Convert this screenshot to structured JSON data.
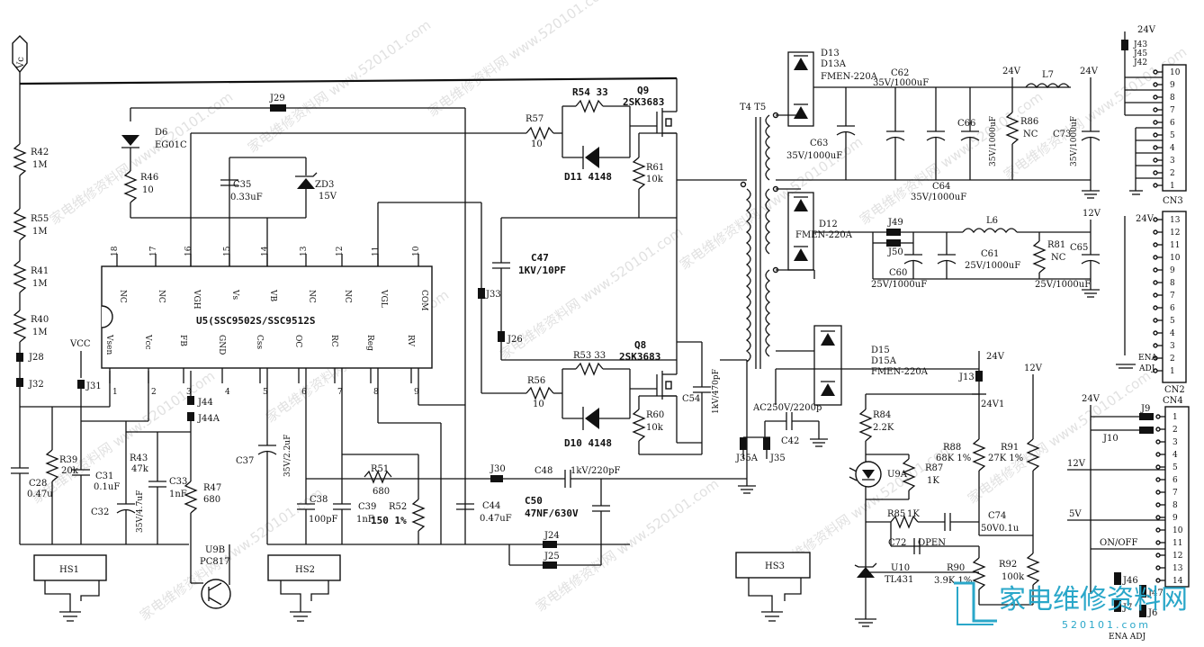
{
  "labels": {
    "vc": "Vc",
    "ic": "U5(SSC9502S/SSC9512S",
    "vcc": "VCC",
    "r42": "R42",
    "r42v": "1M",
    "r55": "R55",
    "r55v": "1M",
    "r41": "R41",
    "r41v": "1M",
    "r40": "R40",
    "r40v": "1M",
    "j28": "J28",
    "j32": "J32",
    "j31": "J31",
    "j29": "J29",
    "d6": "D6",
    "d6v": "EG01C",
    "r46": "R46",
    "r46v": "10",
    "c35": "C35",
    "c35v": "0.33uF",
    "zd3": "ZD3",
    "zd3v": "15V",
    "r57": "R57",
    "r57v": "10",
    "r54": "R54 33",
    "q9": "Q9",
    "q9v": "2SK3683",
    "d11": "D11 4148",
    "r61": "R61",
    "r61v": "10k",
    "c47": "C47",
    "c47v": "1KV/10PF",
    "j33": "J33",
    "j26": "J26",
    "q8": "Q8",
    "q8v": "2SK3683",
    "r53": "R53 33",
    "r56": "R56",
    "r56v": "10",
    "d10": "D10 4148",
    "r60": "R60",
    "r60v": "10k",
    "c54": "C54",
    "c54v": "1kV/470pF",
    "c28": "C28",
    "c28v": "0.47u",
    "r39": "R39",
    "r39v": "20k",
    "c31": "C31",
    "c31v": "0.1uF",
    "r43": "R43",
    "r43v": "47k",
    "c32": "C32",
    "c32v": "35V/4.7uF",
    "c33": "C33",
    "c33v": "1nF",
    "r47": "R47",
    "r47v": "680",
    "j44": "J44",
    "j44a": "J44A",
    "c37": "C37",
    "c37v": "35V/2.2uF",
    "c38": "C38",
    "c38v": "100pF",
    "c39": "C39",
    "c39v": "1nF",
    "r51": "R51",
    "r51v": "680",
    "r52": "R52",
    "r52v": "150 1%",
    "c44": "C44",
    "c44v": "0.47uF",
    "j30": "J30",
    "c48": "C48",
    "c48v": "1kV/220pF",
    "c50": "C50",
    "c50v": "47NF/630V",
    "j24": "J24",
    "j25": "J25",
    "hs1": "HS1",
    "hs2": "HS2",
    "hs3": "HS3",
    "u9b": "U9B",
    "u9bv": "PC817",
    "t4t5": "T4  T5",
    "ac": "AC250V/2200p",
    "c42": "C42",
    "j35a": "J35A",
    "j35": "J35",
    "d13": "D13",
    "d13a": "D13A",
    "d13v": "FMEN-220A",
    "c62": "C62",
    "c62v": "35V/1000uF",
    "c63": "C63",
    "c63v": "35V/1000uF",
    "c64": "C64",
    "c64v": "35V/1000uF",
    "c66": "C66",
    "c66v": "35V/1000uF",
    "v24a": "24V",
    "v24b": "24V",
    "v24c": "24V",
    "l7": "L7",
    "r86": "R86",
    "r86v": "NC",
    "c73": "C73",
    "c73v": "35V/1000uF",
    "d12": "D12",
    "d12v": "FMEN-220A",
    "j49": "J49",
    "j50": "J50",
    "l6": "L6",
    "c61": "C61",
    "c61v": "25V/1000uF",
    "c60": "C60",
    "c60v": "25V/1000uF",
    "r81": "R81",
    "r81v": "NC",
    "c65": "C65",
    "c65v": "25V/1000uF",
    "v12a": "12V",
    "v12b": "12V",
    "d15": "D15",
    "d15a": "D15A",
    "d15v": "FMEN-220A",
    "j13": "J13",
    "v24d": "24V",
    "v24e": "24V1",
    "r84": "R84",
    "r84v": "2.2K",
    "u9a": "U9A",
    "r87": "R87",
    "r87v": "1K",
    "r88": "R88",
    "r88v": "68K 1%",
    "r91": "R91",
    "r91v": "27K 1%",
    "r85": "R85",
    "r85v": "1K",
    "c74": "C74",
    "c74v": "50V0.1u",
    "c72": "C72",
    "open": "OPEN",
    "u10": "U10",
    "u10v": "TL431",
    "r90": "R90",
    "r90v": "3.9K 1%",
    "r92": "R92",
    "r92v": "100k",
    "j43": "J43",
    "j45": "J45",
    "j42": "J42",
    "v24top": "24V",
    "cn3": "CN3",
    "cn2": "CN2",
    "cn4": "CN4",
    "ena": "ENA",
    "adj": "ADJ",
    "v24f": "24V",
    "v24g": "24V",
    "j9": "J9",
    "j10": "J10",
    "v12c": "12V",
    "v5": "5V",
    "onoff": "ON/OFF",
    "j46": "J46",
    "j7": "J7",
    "j47": "J47",
    "j6": "J6",
    "ena_adj": "ENA ADJ",
    "brand": "家电维修资料网",
    "brand_url": "520101.com",
    "watermark": "家电维修资料网 www.520101.com"
  },
  "ic_pins_top": [
    {
      "num": "18",
      "name": "NC"
    },
    {
      "num": "17",
      "name": "NC"
    },
    {
      "num": "16",
      "name": "VGH"
    },
    {
      "num": "15",
      "name": "Vs"
    },
    {
      "num": "14",
      "name": "VB"
    },
    {
      "num": "13",
      "name": "NC"
    },
    {
      "num": "12",
      "name": "NC"
    },
    {
      "num": "11",
      "name": "VGL"
    },
    {
      "num": "10",
      "name": "COM"
    }
  ],
  "ic_pins_bottom": [
    {
      "num": "1",
      "name": "Vsen"
    },
    {
      "num": "2",
      "name": "Vcc"
    },
    {
      "num": "3",
      "name": "FB"
    },
    {
      "num": "4",
      "name": "GND"
    },
    {
      "num": "5",
      "name": "Css"
    },
    {
      "num": "6",
      "name": "OC"
    },
    {
      "num": "7",
      "name": "RC"
    },
    {
      "num": "8",
      "name": "Reg"
    },
    {
      "num": "9",
      "name": "RV"
    }
  ],
  "cn3_pins": [
    "10",
    "9",
    "8",
    "7",
    "6",
    "5",
    "4",
    "3",
    "2",
    "1"
  ],
  "cn2_pins": [
    "13",
    "12",
    "11",
    "10",
    "9",
    "8",
    "7",
    "6",
    "5",
    "4",
    "3",
    "2",
    "1"
  ],
  "cn4_pins": [
    "1",
    "2",
    "3",
    "4",
    "5",
    "6",
    "7",
    "8",
    "9",
    "10",
    "11",
    "12",
    "13",
    "14"
  ]
}
